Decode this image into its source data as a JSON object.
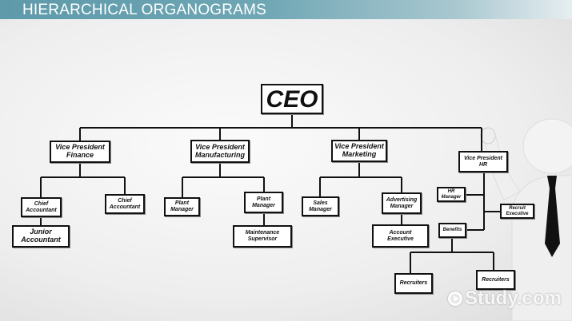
{
  "header": {
    "title": "HIERARCHICAL ORGANOGRAMS"
  },
  "chart": {
    "ceo": "CEO",
    "vp_finance": "Vice President\nFinance",
    "vp_manufacturing": "Vice President\nManufacturing",
    "vp_marketing": "Vice President\nMarketing",
    "vp_hr": "Vice President\nHR",
    "chief_accountant_1": "Chief\nAccountant",
    "chief_accountant_2": "Chief\nAccountant",
    "junior_accountant": "Junior\nAccountant",
    "plant_manager_1": "Plant\nManager",
    "plant_manager_2": "Plant\nManager",
    "maintenance_supervisor": "Maintenance\nSupervisor",
    "sales_manager": "Sales\nManager",
    "advertising_manager": "Advertising\nManager",
    "account_executive": "Account\nExecutive",
    "hr_manager": "HR\nManager",
    "recruit_executive": "Recruit\nExecutive",
    "benefits": "Benefits",
    "recruiters_1": "Recruiters",
    "recruiters_2": "Recruiters"
  },
  "watermark": {
    "text": "Study.com"
  }
}
